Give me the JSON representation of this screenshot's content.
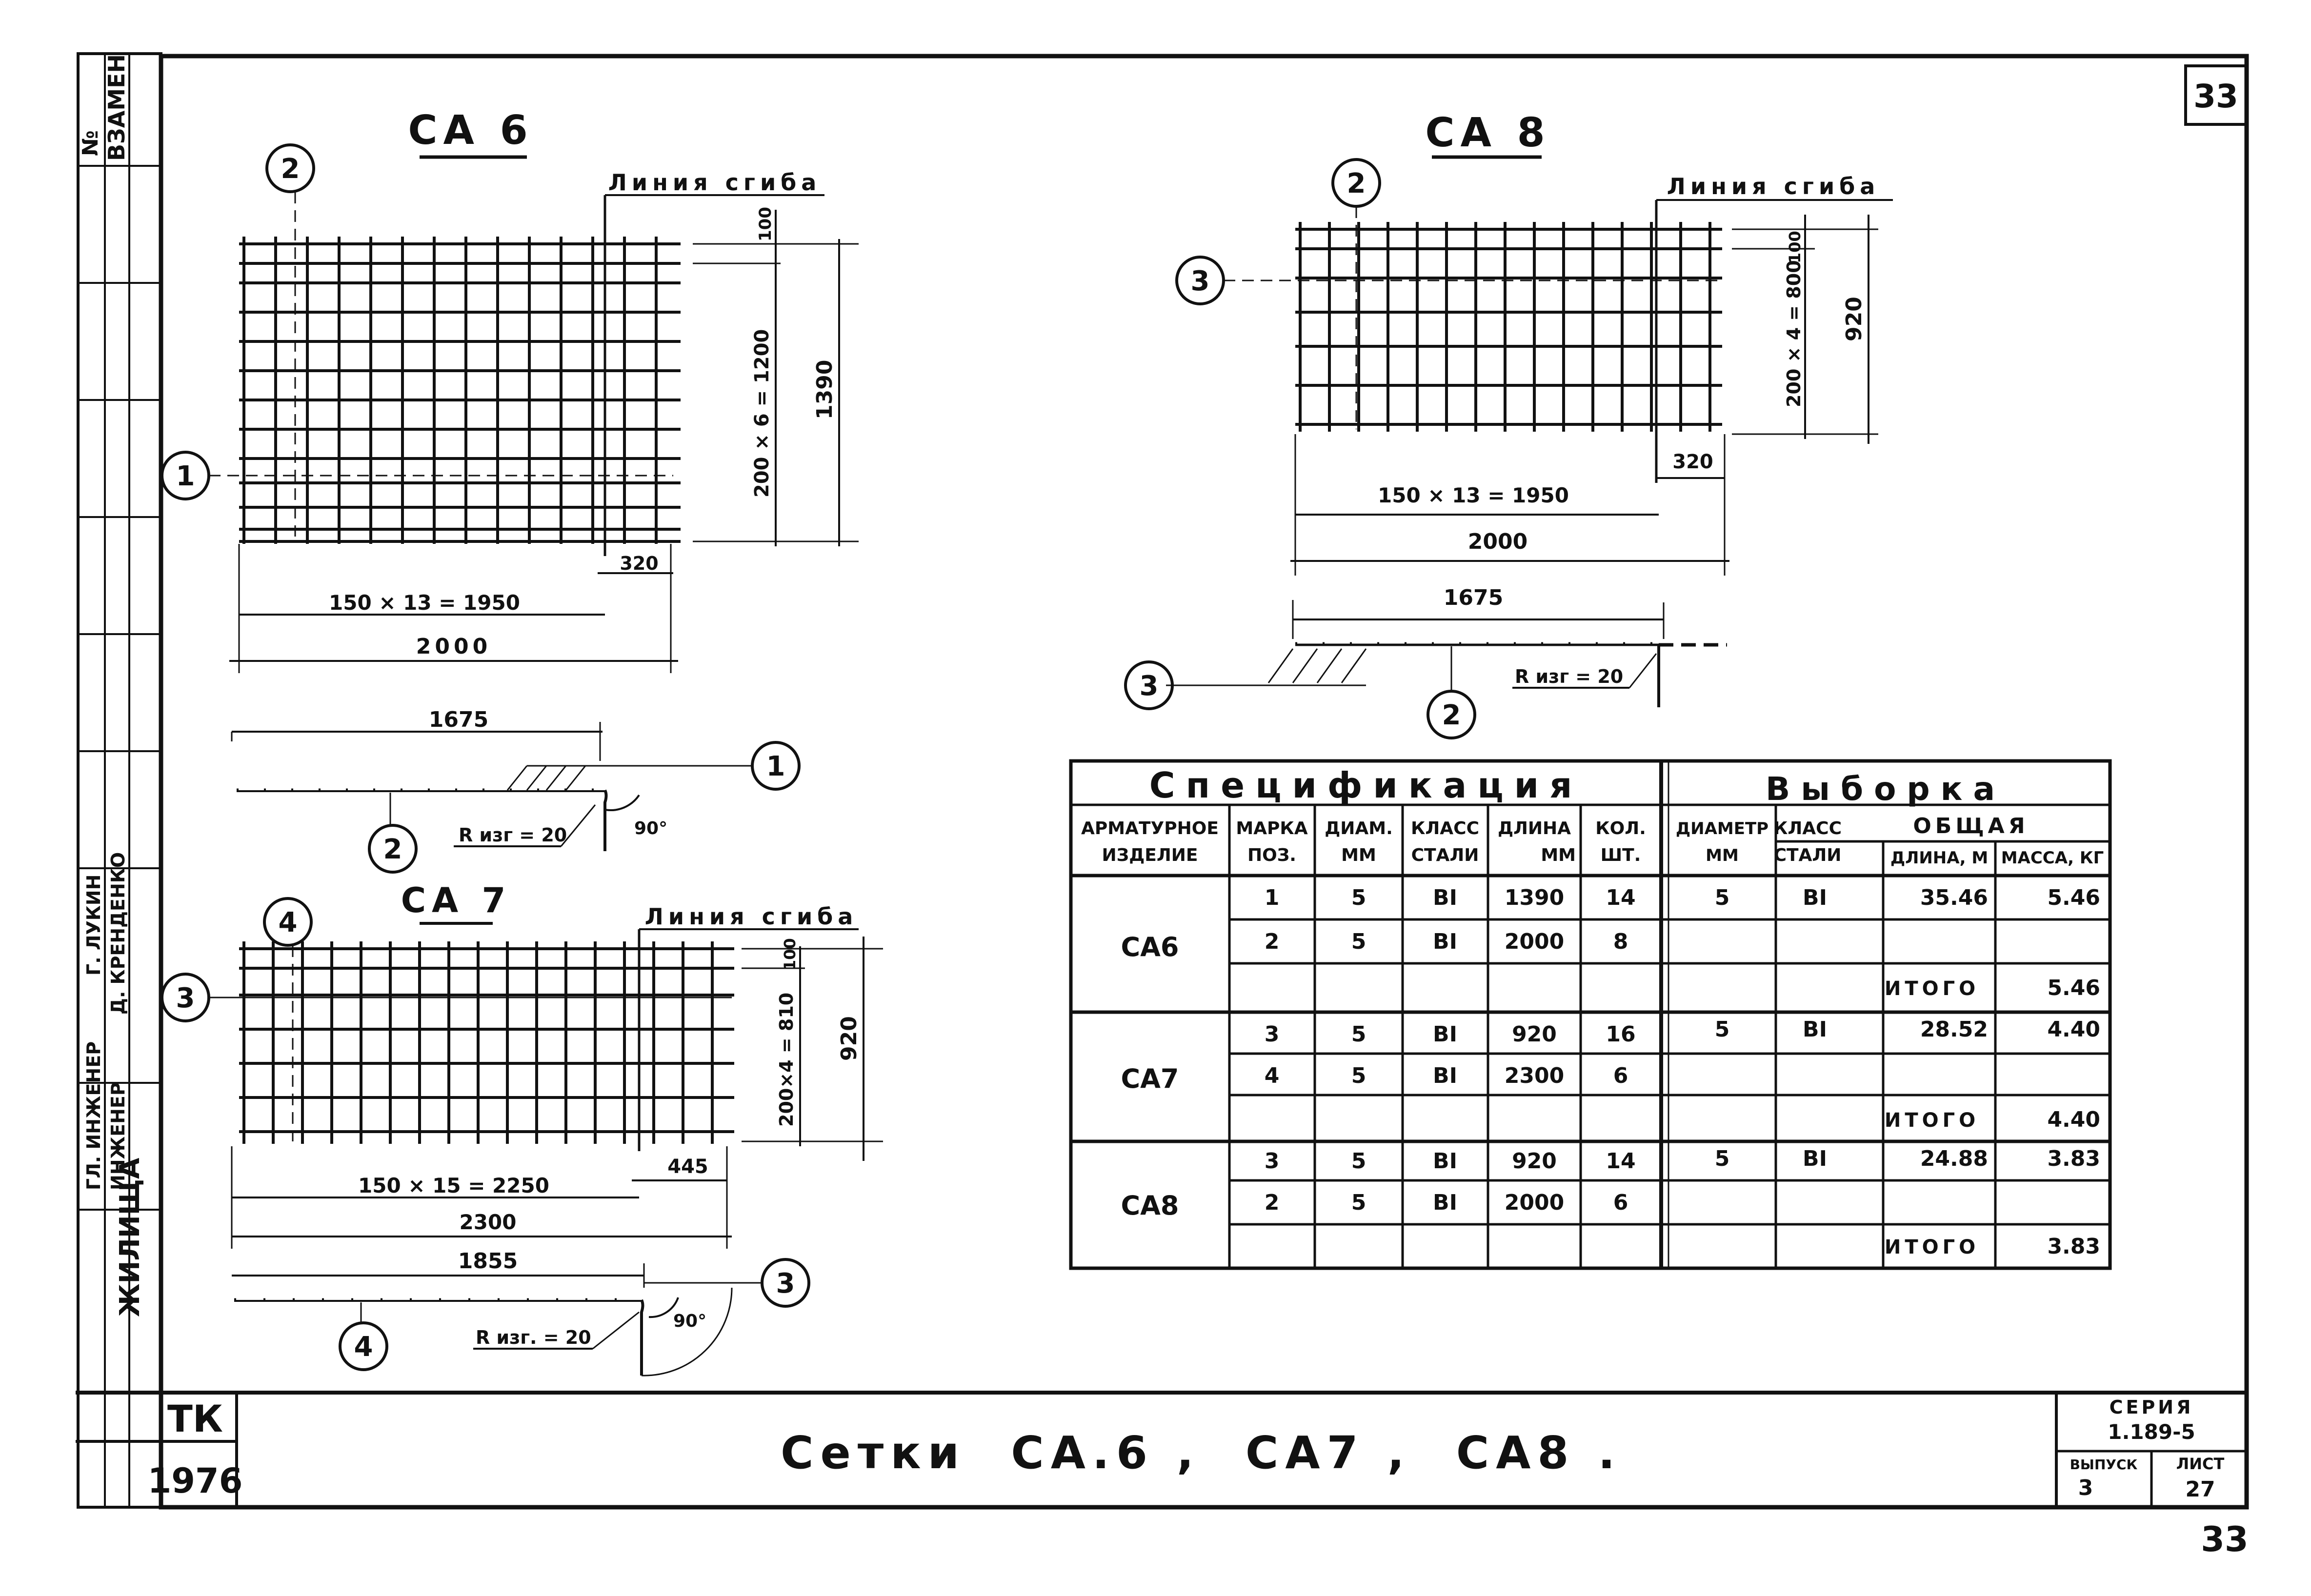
{
  "sheet": {
    "sheet_number_top": "33",
    "page_number_bottom": "33",
    "stamp_left": {
      "no": "№",
      "vzamen": "ВЗАМЕН",
      "zhilishcha": "ЖИЛИЩА"
    },
    "staff": {
      "roles": [
        "ГЛ. ИНЖЕНЕР",
        "ИНЖЕНЕР"
      ],
      "names": [
        "Г. ЛУКИН",
        "Д. КРЕНДЕНКО"
      ]
    },
    "org": "ТК",
    "year": "1976",
    "title": "Сетки  СА.6 ,  СА7 ,  СА8 .",
    "series_label": "СЕРИЯ",
    "series_value": "1.189-5",
    "issue_label": "ВЫПУСК",
    "issue_value": "3",
    "list_label": "ЛИСТ",
    "list_value": "27"
  },
  "sa6": {
    "title": "СА 6",
    "bend_line": "Линия сгиба",
    "dims": {
      "d100": "100",
      "d200x6": "200 × 6 = 1200",
      "d1390": "1390",
      "d320": "320",
      "d150x13": "150 × 13 = 1950",
      "d2000": "2000",
      "d1675": "1675",
      "radius": "R изг = 20",
      "angle": "90°"
    },
    "callouts": {
      "p1": "1",
      "p2": "2"
    }
  },
  "sa7": {
    "title": "СА 7",
    "bend_line": "Линия сгиба",
    "dims": {
      "d100": "100",
      "d200x4": "200×4 = 810",
      "d920": "920",
      "d445": "445",
      "d150x15": "150 × 15 = 2250",
      "d2300": "2300",
      "d1855": "1855",
      "radius": "R изг. = 20",
      "angle": "90°"
    },
    "callouts": {
      "p3": "3",
      "p4": "4"
    }
  },
  "sa8": {
    "title": "СА 8",
    "bend_line": "Линия сгиба",
    "dims": {
      "d100": "100",
      "d200x4": "200 × 4 = 800",
      "d920": "920",
      "d320": "320",
      "d150x13": "150 × 13 = 1950",
      "d2000": "2000",
      "d1675": "1675",
      "radius": "R изг = 20"
    },
    "callouts": {
      "p2": "2",
      "p3": "3"
    }
  },
  "spec_table": {
    "title_spec": "Спецификация",
    "title_vyborka": "Выборка",
    "headers": {
      "izdelie": [
        "АРМАТУРНОЕ",
        "ИЗДЕЛИЕ"
      ],
      "marka": [
        "МАРКА",
        "ПОЗ."
      ],
      "diam": [
        "ДИАМ.",
        "ММ"
      ],
      "klass": [
        "КЛАСС",
        "СТАЛИ"
      ],
      "dlina": [
        "ДЛИНА",
        "ММ"
      ],
      "kol": [
        "КОЛ.",
        "ШТ."
      ],
      "v_diam": [
        "ДИАМЕТР",
        "ММ"
      ],
      "v_klass": [
        "КЛАСС",
        "СТАЛИ"
      ],
      "obshchaya": "ОБЩАЯ",
      "v_dlina": "ДЛИНА, М",
      "v_massa": "МАССА, КГ"
    },
    "groups": [
      {
        "name": "СА6",
        "rows": [
          {
            "poz": "1",
            "diam": "5",
            "klass": "ВI",
            "dlina": "1390",
            "kol": "14"
          },
          {
            "poz": "2",
            "diam": "5",
            "klass": "ВI",
            "dlina": "2000",
            "kol": "8"
          }
        ],
        "v_diam": "5",
        "v_klass": "ВI",
        "v_dlina": "35.46",
        "v_massa": "5.46",
        "itogo_label": "ИТОГО",
        "itogo": "5.46"
      },
      {
        "name": "СА7",
        "rows": [
          {
            "poz": "3",
            "diam": "5",
            "klass": "ВI",
            "dlina": "920",
            "kol": "16"
          },
          {
            "poz": "4",
            "diam": "5",
            "klass": "ВI",
            "dlina": "2300",
            "kol": "6"
          }
        ],
        "v_diam": "5",
        "v_klass": "ВI",
        "v_dlina": "28.52",
        "v_massa": "4.40",
        "itogo_label": "ИТОГО",
        "itogo": "4.40"
      },
      {
        "name": "СА8",
        "rows": [
          {
            "poz": "3",
            "diam": "5",
            "klass": "ВI",
            "dlina": "920",
            "kol": "14"
          },
          {
            "poz": "2",
            "diam": "5",
            "klass": "ВI",
            "dlina": "2000",
            "kol": "6"
          }
        ],
        "v_diam": "5",
        "v_klass": "ВI",
        "v_dlina": "24.88",
        "v_massa": "3.83",
        "itogo_label": "ИТОГО",
        "itogo": "3.83"
      }
    ]
  }
}
